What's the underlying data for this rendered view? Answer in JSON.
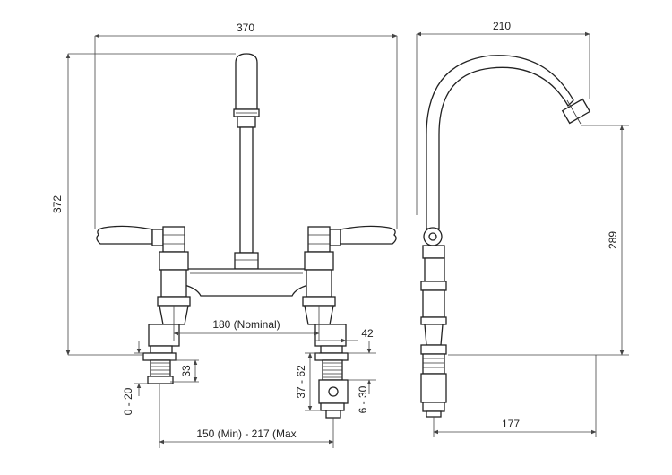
{
  "dimensions": {
    "width_overall": "370",
    "height_overall": "372",
    "side_width": "210",
    "spout_height": "289",
    "centres_nominal": "180 (Nominal)",
    "deck_width": "42",
    "shank_left": "33",
    "shank_right": "37 - 62",
    "deck_range": "0 - 20",
    "tail_right": "6 - 30",
    "centres_range": "150 (Min) - 217 (Max",
    "side_base": "177"
  }
}
